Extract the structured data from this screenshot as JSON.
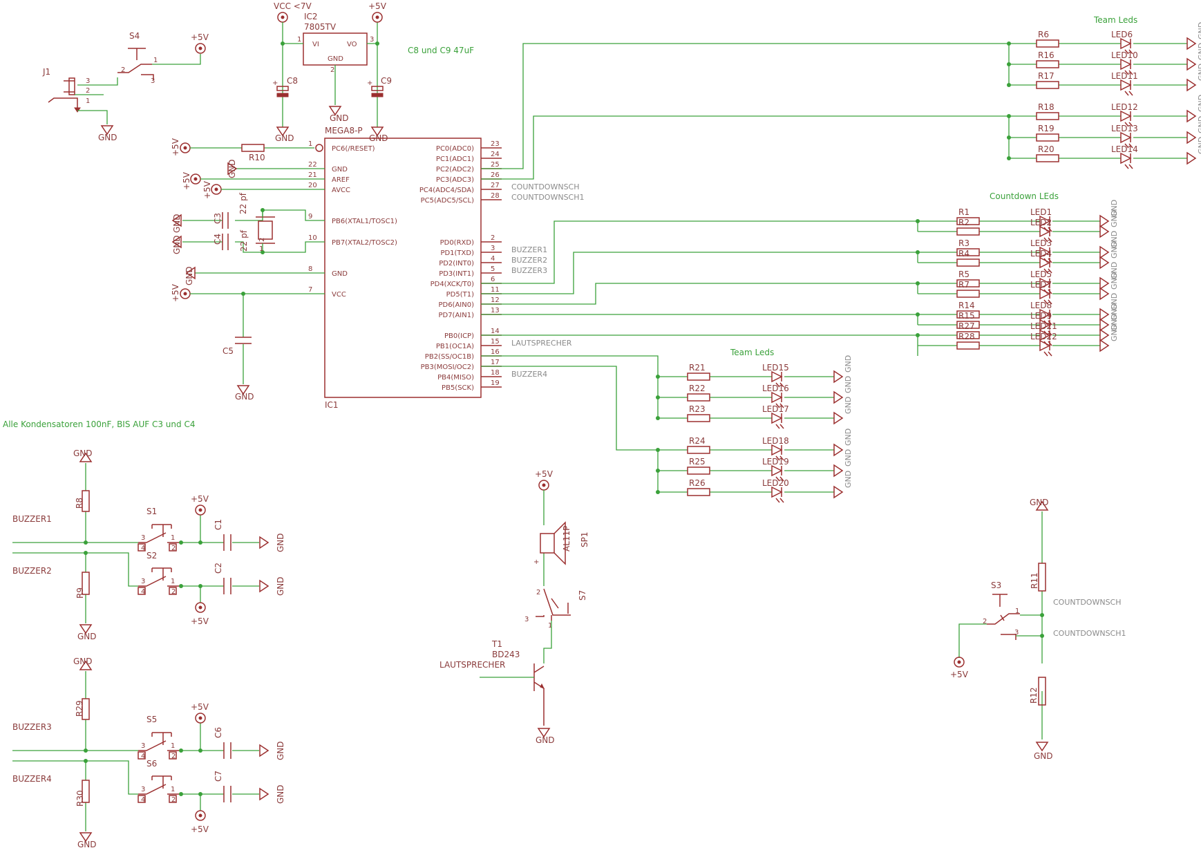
{
  "notes": {
    "team_leds_top": "Team Leds",
    "countdown_leds": "Countdown LEds",
    "team_leds_mid": "Team Leds",
    "caps_note": "C8 und C9 47uF",
    "kondensator_note": "Alle Kondensatoren 100nF, BIS AUF C3 und C4"
  },
  "mcu": {
    "name": "MEGA8-P",
    "ref": "IC1",
    "left_pins": [
      {
        "num": "1",
        "name": "PC6(/RESET)"
      },
      {
        "num": "22",
        "name": "GND"
      },
      {
        "num": "21",
        "name": "AREF"
      },
      {
        "num": "20",
        "name": "AVCC"
      },
      {
        "num": "9",
        "name": "PB6(XTAL1/TOSC1)"
      },
      {
        "num": "10",
        "name": "PB7(XTAL2/TOSC2)"
      },
      {
        "num": "8",
        "name": "GND"
      },
      {
        "num": "7",
        "name": "VCC"
      }
    ],
    "right_pins": [
      {
        "num": "23",
        "name": "PC0(ADC0)",
        "net": ""
      },
      {
        "num": "24",
        "name": "PC1(ADC1)",
        "net": ""
      },
      {
        "num": "25",
        "name": "PC2(ADC2)",
        "net": ""
      },
      {
        "num": "26",
        "name": "PC3(ADC3)",
        "net": ""
      },
      {
        "num": "27",
        "name": "PC4(ADC4/SDA)",
        "net": "COUNTDOWNSCH"
      },
      {
        "num": "28",
        "name": "PC5(ADC5/SCL)",
        "net": "COUNTDOWNSCH1"
      },
      {
        "num": "2",
        "name": "PD0(RXD)",
        "net": ""
      },
      {
        "num": "3",
        "name": "PD1(TXD)",
        "net": "BUZZER1"
      },
      {
        "num": "4",
        "name": "PD2(INT0)",
        "net": "BUZZER2"
      },
      {
        "num": "5",
        "name": "PD3(INT1)",
        "net": "BUZZER3"
      },
      {
        "num": "6",
        "name": "PD4(XCK/T0)",
        "net": ""
      },
      {
        "num": "11",
        "name": "PD5(T1)",
        "net": ""
      },
      {
        "num": "12",
        "name": "PD6(AIN0)",
        "net": ""
      },
      {
        "num": "13",
        "name": "PD7(AIN1)",
        "net": ""
      },
      {
        "num": "14",
        "name": "PB0(ICP)",
        "net": ""
      },
      {
        "num": "15",
        "name": "PB1(OC1A)",
        "net": "LAUTSPRECHER"
      },
      {
        "num": "16",
        "name": "PB2(SS/OC1B)",
        "net": ""
      },
      {
        "num": "17",
        "name": "PB3(MOSI/OC2)",
        "net": ""
      },
      {
        "num": "18",
        "name": "PB4(MISO)",
        "net": "BUZZER4"
      },
      {
        "num": "19",
        "name": "PB5(SCK)",
        "net": ""
      }
    ]
  },
  "regulator": {
    "ref": "IC2",
    "part": "7805TV",
    "vi": "VI",
    "vo": "VO",
    "gnd": "GND",
    "pin1": "1",
    "pin2": "2",
    "pin3": "3",
    "vcc_label": "VCC <7V",
    "out_label": "+5V"
  },
  "labels": {
    "gnd": "GND",
    "p5v": "+5V"
  },
  "power_jack": {
    "ref": "J1",
    "switch": "S4",
    "pins": [
      "3",
      "2",
      "1"
    ],
    "sw_pins": [
      "2",
      "1",
      "3"
    ]
  },
  "top_left_parts": {
    "c8": "C8",
    "c9": "C9",
    "r10": "R10",
    "c3": "C3",
    "c3_val": "22 pf",
    "c4": "C4",
    "c4_val": "22 pf",
    "q1": "Q1",
    "q1_pins": [
      "2",
      "1"
    ],
    "c5": "C5"
  },
  "team_leds_top": [
    {
      "r": "R6",
      "led": "LED6"
    },
    {
      "r": "R16",
      "led": "LED10"
    },
    {
      "r": "R17",
      "led": "LED11"
    },
    {
      "r": "R18",
      "led": "LED12"
    },
    {
      "r": "R19",
      "led": "LED13"
    },
    {
      "r": "R20",
      "led": "LED14"
    }
  ],
  "countdown_leds": [
    {
      "r": "R1",
      "led": "LED1"
    },
    {
      "r": "R2",
      "led": "LED2"
    },
    {
      "r": "R3",
      "led": "LED3"
    },
    {
      "r": "R4",
      "led": "LED4"
    },
    {
      "r": "R5",
      "led": "LED5"
    },
    {
      "r": "R7",
      "led": "LED7"
    },
    {
      "r": "R14",
      "led": "LED8"
    },
    {
      "r": "R15",
      "led": "LED9"
    },
    {
      "r": "R27",
      "led": "LED21"
    },
    {
      "r": "R28",
      "led": "LED22"
    }
  ],
  "team_leds_mid": [
    {
      "r": "R21",
      "led": "LED15"
    },
    {
      "r": "R22",
      "led": "LED16"
    },
    {
      "r": "R23",
      "led": "LED17"
    },
    {
      "r": "R24",
      "led": "LED18"
    },
    {
      "r": "R25",
      "led": "LED19"
    },
    {
      "r": "R26",
      "led": "LED20"
    }
  ],
  "buzzer_blocks": [
    {
      "top_r": "R8",
      "bot_r": "R9",
      "sw_a": "S1",
      "sw_b": "S2",
      "cap_a": "C1",
      "cap_b": "C2",
      "net_a": "BUZZER1",
      "net_b": "BUZZER2"
    },
    {
      "top_r": "R29",
      "bot_r": "R30",
      "sw_a": "S5",
      "sw_b": "S6",
      "cap_a": "C6",
      "cap_b": "C7",
      "net_a": "BUZZER3",
      "net_b": "BUZZER4"
    }
  ],
  "switch_pins": {
    "p1": "1",
    "p2": "2",
    "p3": "3",
    "p4": "4"
  },
  "speaker": {
    "ref": "SP1",
    "part": "AL11P",
    "switch": "S7",
    "sw_pins": [
      "2",
      "3",
      "1"
    ],
    "transistor_ref": "T1",
    "transistor_part": "BD243",
    "net": "LAUTSPRECHER"
  },
  "countdown_switch": {
    "ref": "S3",
    "r_top": "R11",
    "r_bot": "R12",
    "pins": [
      "2",
      "1",
      "3"
    ],
    "net_a": "COUNTDOWNSCH",
    "net_b": "COUNTDOWNSCH1"
  }
}
